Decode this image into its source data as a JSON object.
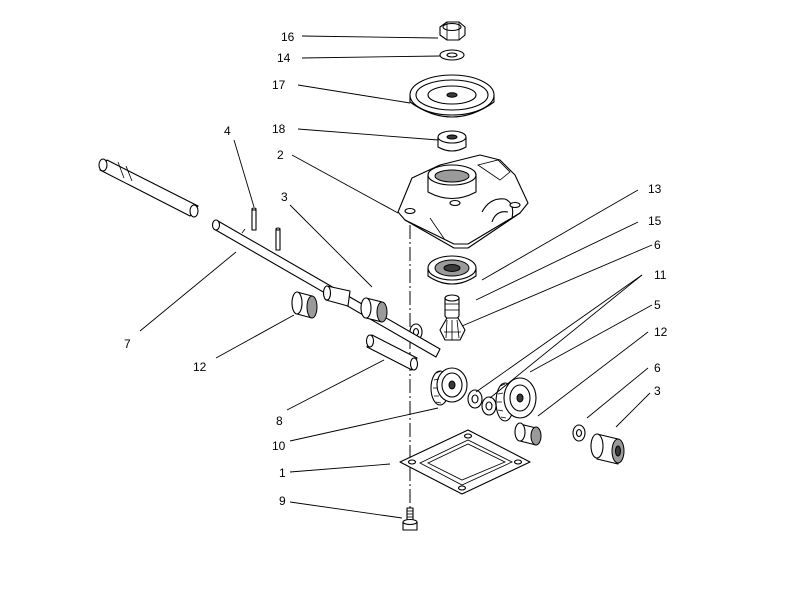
{
  "callouts": {
    "c16": "16",
    "c14": "14",
    "c17": "17",
    "c18": "18",
    "c2": "2",
    "c4": "4",
    "c3a": "3",
    "c13": "13",
    "c15": "15",
    "c6a": "6",
    "c11": "11",
    "c5": "5",
    "c7": "7",
    "c12a": "12",
    "c12b": "12",
    "c6b": "6",
    "c3b": "3",
    "c8": "8",
    "c10": "10",
    "c1": "1",
    "c9": "9"
  }
}
